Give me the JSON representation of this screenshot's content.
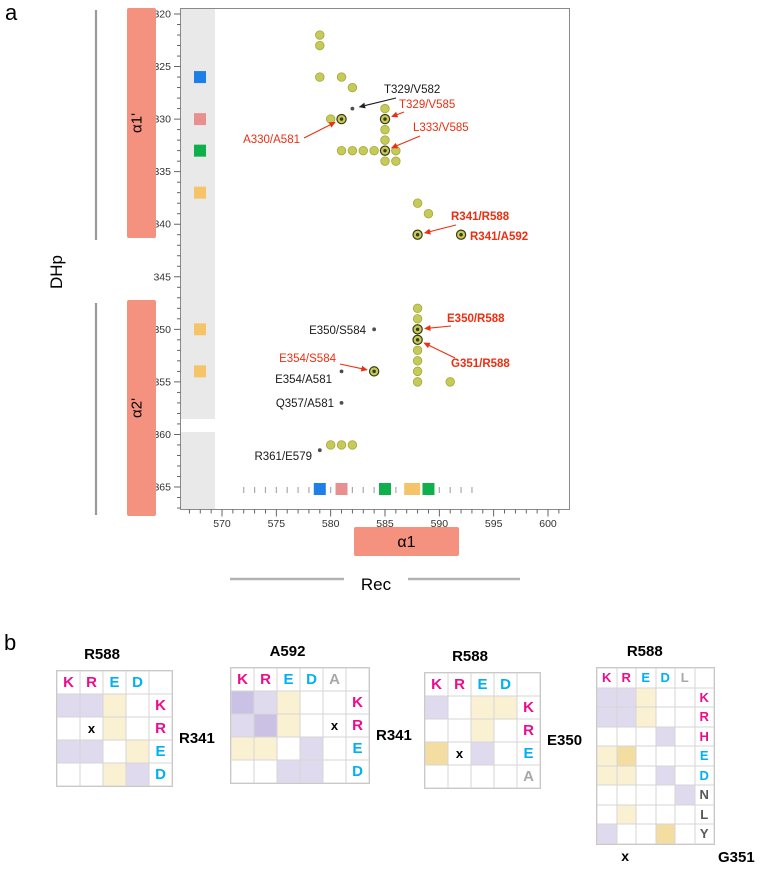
{
  "panel_labels": {
    "a": "a",
    "b": "b"
  },
  "colors": {
    "salmon": "#f5917f",
    "gray_strip": "#e9e9e9",
    "axis": "#8a8a8a",
    "olive": "#c6ca58",
    "olive_edge": "#a3a83e",
    "olive_dark": "#3a3a12",
    "small_dot": "#4d4d4d",
    "red_label": "#ee2e10",
    "black_label": "#1a1a1a",
    "blue": "#1f7fe8",
    "pink": "#e89090",
    "green": "#0db04b",
    "orange": "#f6c468",
    "magenta": "#ec0c8c",
    "cyan": "#00b0f0",
    "gray_letter": "#a8a8a8",
    "dark_letter": "#57575a",
    "cell_w": "#ffffff",
    "cell_p": "#e0daef",
    "cell_P": "#cbc1e4",
    "cell_y": "#faf0d2",
    "cell_Y": "#f3dda0"
  },
  "chart_data": {
    "type": "scatter",
    "x_ticks": [
      570,
      575,
      580,
      585,
      590,
      595,
      600
    ],
    "y_ticks": [
      320,
      325,
      330,
      335,
      340,
      345,
      350,
      355,
      360,
      365
    ],
    "xlim": [
      566,
      602
    ],
    "ylim": [
      319.4,
      367.2
    ],
    "y_domain_label": "DHp",
    "y_helix_labels": [
      "α1'",
      "α2'"
    ],
    "x_domain_label": "Rec",
    "x_helix_label": "α1",
    "points": [
      {
        "x": 579,
        "y": 322,
        "t": "o"
      },
      {
        "x": 579,
        "y": 323,
        "t": "o"
      },
      {
        "x": 579,
        "y": 326,
        "t": "o"
      },
      {
        "x": 581,
        "y": 326,
        "t": "o"
      },
      {
        "x": 582,
        "y": 327,
        "t": "o"
      },
      {
        "x": 582,
        "y": 329,
        "t": "s",
        "label": "T329/V582",
        "label_color": "black"
      },
      {
        "x": 585,
        "y": 329,
        "t": "o"
      },
      {
        "x": 585,
        "y": 330,
        "t": "h",
        "label": "T329/V585",
        "label_color": "red"
      },
      {
        "x": 580,
        "y": 330,
        "t": "o"
      },
      {
        "x": 581,
        "y": 330,
        "t": "h",
        "label": "A330/A581",
        "label_color": "red"
      },
      {
        "x": 585,
        "y": 331,
        "t": "o"
      },
      {
        "x": 585,
        "y": 332,
        "t": "o"
      },
      {
        "x": 581,
        "y": 333,
        "t": "o"
      },
      {
        "x": 582,
        "y": 333,
        "t": "o"
      },
      {
        "x": 583,
        "y": 333,
        "t": "o"
      },
      {
        "x": 584,
        "y": 333,
        "t": "o"
      },
      {
        "x": 585,
        "y": 333,
        "t": "h",
        "label": "L333/V585",
        "label_color": "red"
      },
      {
        "x": 586,
        "y": 333,
        "t": "o"
      },
      {
        "x": 585,
        "y": 334,
        "t": "o"
      },
      {
        "x": 586,
        "y": 334,
        "t": "o"
      },
      {
        "x": 588,
        "y": 338,
        "t": "o"
      },
      {
        "x": 589,
        "y": 339,
        "t": "o"
      },
      {
        "x": 588,
        "y": 341,
        "t": "h",
        "label": "R341/R588",
        "label_color": "red",
        "label_bold": true
      },
      {
        "x": 592,
        "y": 341,
        "t": "h",
        "label": "R341/A592",
        "label_color": "red",
        "label_bold": true
      },
      {
        "x": 588,
        "y": 348,
        "t": "o"
      },
      {
        "x": 588,
        "y": 349,
        "t": "o"
      },
      {
        "x": 584,
        "y": 350,
        "t": "s",
        "label": "E350/S584",
        "label_color": "black"
      },
      {
        "x": 588,
        "y": 350,
        "t": "h",
        "label": "E350/R588",
        "label_color": "red",
        "label_bold": true
      },
      {
        "x": 588,
        "y": 351,
        "t": "h",
        "label": "G351/R588",
        "label_color": "red",
        "label_bold": true
      },
      {
        "x": 588,
        "y": 352,
        "t": "o"
      },
      {
        "x": 588,
        "y": 353,
        "t": "o"
      },
      {
        "x": 581,
        "y": 354,
        "t": "s",
        "label": "E354/A581",
        "label_color": "black"
      },
      {
        "x": 584,
        "y": 354,
        "t": "h",
        "label": "E354/S584",
        "label_color": "red"
      },
      {
        "x": 588,
        "y": 354,
        "t": "o"
      },
      {
        "x": 588,
        "y": 355,
        "t": "o"
      },
      {
        "x": 591,
        "y": 355,
        "t": "o"
      },
      {
        "x": 581,
        "y": 357,
        "t": "s",
        "label": "Q357/A581",
        "label_color": "black"
      },
      {
        "x": 579,
        "y": 361.5,
        "t": "s",
        "label": "R361/E579",
        "label_color": "black"
      },
      {
        "x": 580,
        "y": 361,
        "t": "o"
      },
      {
        "x": 581,
        "y": 361,
        "t": "o"
      },
      {
        "x": 582,
        "y": 361,
        "t": "o"
      }
    ],
    "left_squares": [
      {
        "y": 326,
        "color": "blue"
      },
      {
        "y": 330,
        "color": "pink"
      },
      {
        "y": 333,
        "color": "green"
      },
      {
        "y": 337,
        "color": "orange"
      },
      {
        "y": 350,
        "color": "orange"
      },
      {
        "y": 354,
        "color": "orange"
      }
    ],
    "bottom_squares": [
      {
        "x": 579,
        "color": "blue"
      },
      {
        "x": 581,
        "color": "pink"
      },
      {
        "x": 585,
        "color": "green"
      },
      {
        "x": 587.5,
        "color": "orange",
        "wide": true
      },
      {
        "x": 589,
        "color": "green"
      }
    ]
  },
  "panel_b": {
    "x_symbol": "x",
    "matrices": [
      {
        "top_label": "R588",
        "side_label": "R341",
        "side": "right",
        "col_letters": [
          {
            "ch": "K",
            "c": "magenta"
          },
          {
            "ch": "R",
            "c": "magenta"
          },
          {
            "ch": "E",
            "c": "cyan"
          },
          {
            "ch": "D",
            "c": "cyan"
          }
        ],
        "row_letters": [
          {
            "ch": "K",
            "c": "magenta"
          },
          {
            "ch": "R",
            "c": "magenta"
          },
          {
            "ch": "E",
            "c": "cyan"
          },
          {
            "ch": "D",
            "c": "cyan"
          }
        ],
        "cells": [
          [
            "p",
            "p",
            "y",
            "w"
          ],
          [
            "w",
            "w",
            "y",
            "w"
          ],
          [
            "p",
            "p",
            "w",
            "y"
          ],
          [
            "w",
            "w",
            "y",
            "p"
          ]
        ],
        "x_marker": {
          "row": 2,
          "col": 2
        }
      },
      {
        "top_label": "A592",
        "side_label": "R341",
        "side": "right",
        "col_letters": [
          {
            "ch": "K",
            "c": "magenta"
          },
          {
            "ch": "R",
            "c": "magenta"
          },
          {
            "ch": "E",
            "c": "cyan"
          },
          {
            "ch": "D",
            "c": "cyan"
          },
          {
            "ch": "A",
            "c": "gray"
          }
        ],
        "row_letters": [
          {
            "ch": "K",
            "c": "magenta"
          },
          {
            "ch": "R",
            "c": "magenta"
          },
          {
            "ch": "E",
            "c": "cyan"
          },
          {
            "ch": "D",
            "c": "cyan"
          }
        ],
        "cells": [
          [
            "P",
            "p",
            "y",
            "w",
            "w"
          ],
          [
            "p",
            "P",
            "y",
            "w",
            "w"
          ],
          [
            "y",
            "y",
            "w",
            "p",
            "w"
          ],
          [
            "w",
            "w",
            "p",
            "p",
            "w"
          ]
        ],
        "x_marker": {
          "row": 2,
          "col": 5
        }
      },
      {
        "top_label": "R588",
        "side_label": "E350",
        "side": "right",
        "col_letters": [
          {
            "ch": "K",
            "c": "magenta"
          },
          {
            "ch": "R",
            "c": "magenta"
          },
          {
            "ch": "E",
            "c": "cyan"
          },
          {
            "ch": "D",
            "c": "cyan"
          }
        ],
        "row_letters": [
          {
            "ch": "K",
            "c": "magenta"
          },
          {
            "ch": "R",
            "c": "magenta"
          },
          {
            "ch": "E",
            "c": "cyan"
          },
          {
            "ch": "A",
            "c": "gray"
          }
        ],
        "cells": [
          [
            "p",
            "w",
            "y",
            "y"
          ],
          [
            "w",
            "w",
            "y",
            "w"
          ],
          [
            "Y",
            "w",
            "p",
            "w"
          ],
          [
            "w",
            "w",
            "w",
            "w"
          ]
        ],
        "x_marker": {
          "row": 3,
          "col": 2
        }
      },
      {
        "top_label": "R588",
        "side_label": "G351",
        "side": "bottom-right",
        "col_letters": [
          {
            "ch": "K",
            "c": "magenta"
          },
          {
            "ch": "R",
            "c": "magenta"
          },
          {
            "ch": "E",
            "c": "cyan"
          },
          {
            "ch": "D",
            "c": "cyan"
          },
          {
            "ch": "L",
            "c": "gray"
          }
        ],
        "row_letters": [
          {
            "ch": "K",
            "c": "magenta"
          },
          {
            "ch": "R",
            "c": "magenta"
          },
          {
            "ch": "H",
            "c": "magenta"
          },
          {
            "ch": "E",
            "c": "cyan"
          },
          {
            "ch": "D",
            "c": "cyan"
          },
          {
            "ch": "N",
            "c": "dark"
          },
          {
            "ch": "L",
            "c": "dark"
          },
          {
            "ch": "Y",
            "c": "dark"
          }
        ],
        "cells": [
          [
            "p",
            "p",
            "y",
            "w",
            "w"
          ],
          [
            "p",
            "p",
            "y",
            "w",
            "w"
          ],
          [
            "w",
            "w",
            "w",
            "p",
            "w"
          ],
          [
            "y",
            "Y",
            "w",
            "w",
            "w"
          ],
          [
            "y",
            "y",
            "w",
            "p",
            "w"
          ],
          [
            "w",
            "w",
            "w",
            "w",
            "p"
          ],
          [
            "w",
            "y",
            "w",
            "w",
            "w"
          ],
          [
            "p",
            "w",
            "w",
            "Y",
            "w"
          ]
        ],
        "x_marker": {
          "col": 2,
          "below": true
        }
      }
    ]
  }
}
